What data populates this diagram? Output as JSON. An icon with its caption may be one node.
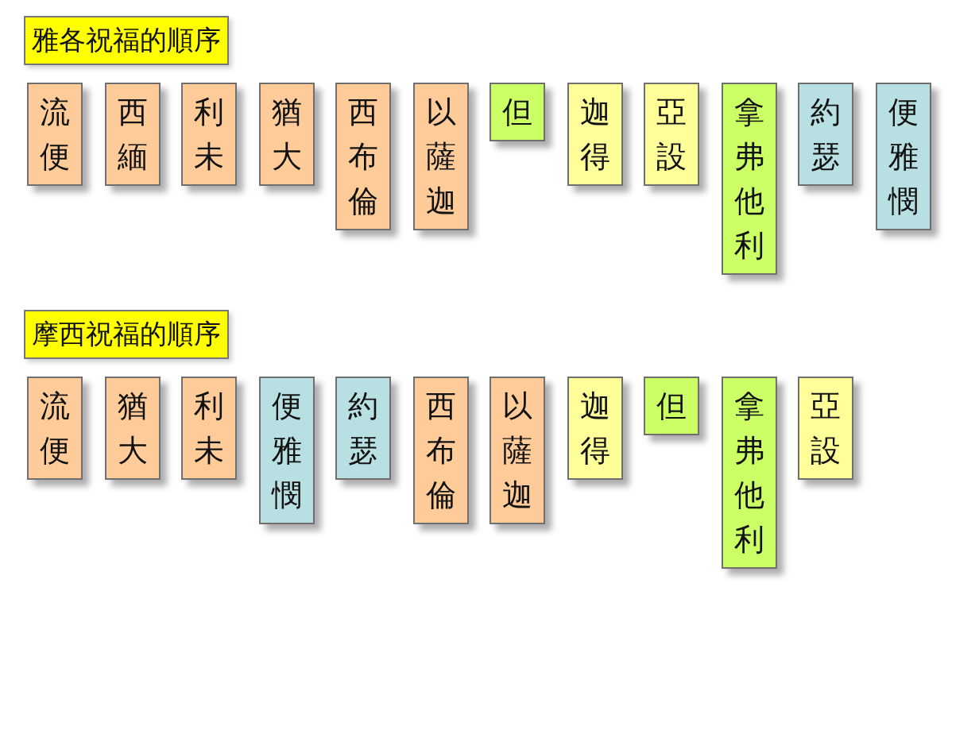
{
  "diagram": {
    "nodes": [
      {
        "text": [
          "雅各祝福的順序"
        ]
      },
      {
        "text": [
          "流便"
        ]
      },
      {
        "text": [
          "西緬"
        ]
      },
      {
        "text": [
          "利未"
        ]
      },
      {
        "text": [
          "猶大"
        ]
      },
      {
        "text": [
          "西布倫"
        ]
      },
      {
        "text": [
          "以薩迦"
        ]
      },
      {
        "text": [
          "但"
        ]
      },
      {
        "text": [
          "迦得"
        ]
      },
      {
        "text": [
          "亞設"
        ]
      },
      {
        "text": [
          "拿弗他利"
        ]
      },
      {
        "text": [
          "約瑟"
        ]
      },
      {
        "text": [
          "便雅憫"
        ]
      },
      {
        "text": [
          "摩西祝福的順序"
        ]
      },
      {
        "text": [
          "流便"
        ]
      },
      {
        "text": [
          "猶大"
        ]
      },
      {
        "text": [
          "利未"
        ]
      },
      {
        "text": [
          "便雅憫"
        ]
      },
      {
        "text": [
          "約瑟"
        ]
      },
      {
        "text": [
          "西布倫"
        ]
      },
      {
        "text": [
          "以薩迦"
        ]
      },
      {
        "text": [
          "迦得"
        ]
      },
      {
        "text": [
          "但"
        ]
      },
      {
        "text": [
          "拿弗他利"
        ]
      },
      {
        "text": [
          "亞設"
        ]
      }
    ]
  }
}
